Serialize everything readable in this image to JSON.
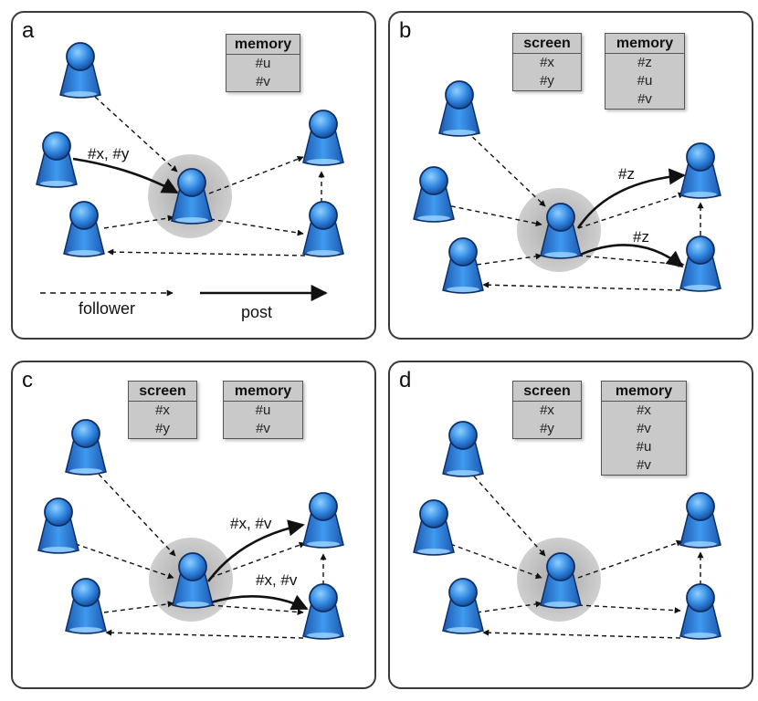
{
  "panels": [
    {
      "label": "a",
      "screen": null,
      "memory": {
        "title": "memory",
        "items": [
          "#u",
          "#v"
        ]
      },
      "posts": [
        {
          "label": "#x, #y"
        }
      ],
      "legend": {
        "follower": "follower",
        "post": "post"
      }
    },
    {
      "label": "b",
      "screen": {
        "title": "screen",
        "items": [
          "#x",
          "#y"
        ]
      },
      "memory": {
        "title": "memory",
        "items": [
          "#z",
          "#u",
          "#v"
        ]
      },
      "posts": [
        {
          "label": "#z"
        },
        {
          "label": "#z"
        }
      ]
    },
    {
      "label": "c",
      "screen": {
        "title": "screen",
        "items": [
          "#x",
          "#y"
        ]
      },
      "memory": {
        "title": "memory",
        "items": [
          "#u",
          "#v"
        ]
      },
      "posts": [
        {
          "label": "#x, #v"
        },
        {
          "label": "#x, #v"
        }
      ]
    },
    {
      "label": "d",
      "screen": {
        "title": "screen",
        "items": [
          "#x",
          "#y"
        ]
      },
      "memory": {
        "title": "memory",
        "items": [
          "#x",
          "#v",
          "#u",
          "#v"
        ]
      },
      "posts": []
    }
  ],
  "colors": {
    "user_blue": "#2f7fd8",
    "highlight_grey": "#bdbdbd",
    "box_grey": "#c9c9c9"
  }
}
